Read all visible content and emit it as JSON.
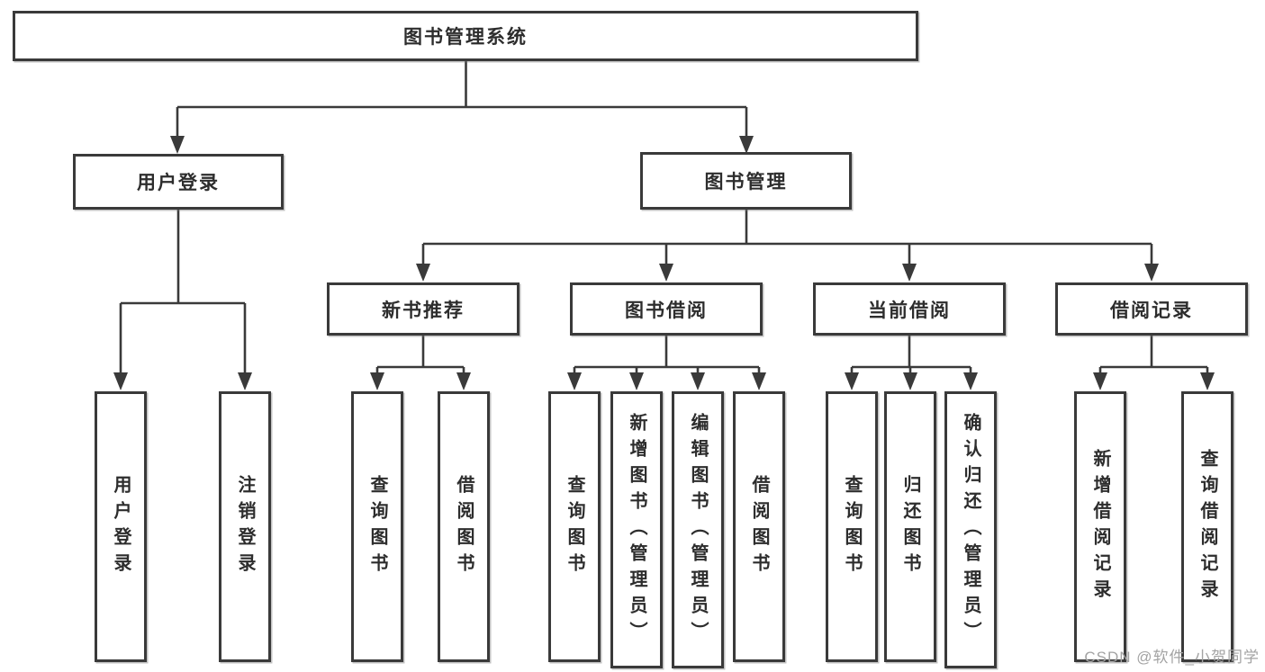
{
  "diagram": {
    "root": {
      "label": "图书管理系统"
    },
    "branches": [
      {
        "label": "用户登录",
        "children": [
          {
            "label": "用户登录"
          },
          {
            "label": "注销登录"
          }
        ]
      },
      {
        "label": "图书管理",
        "children": [
          {
            "label": "新书推荐",
            "children": [
              {
                "label": "查询图书"
              },
              {
                "label": "借阅图书"
              }
            ]
          },
          {
            "label": "图书借阅",
            "children": [
              {
                "label": "查询图书"
              },
              {
                "label": "新增图书（管理员）"
              },
              {
                "label": "编辑图书（管理员）"
              },
              {
                "label": "借阅图书"
              }
            ]
          },
          {
            "label": "当前借阅",
            "children": [
              {
                "label": "查询图书"
              },
              {
                "label": "归还图书"
              },
              {
                "label": "确认归还（管理员）"
              }
            ]
          },
          {
            "label": "借阅记录",
            "children": [
              {
                "label": "新增借阅记录"
              },
              {
                "label": "查询借阅记录"
              }
            ]
          }
        ]
      }
    ]
  },
  "watermark": "CSDN @软件_小贺同学",
  "colors": {
    "line": "#3a3a3a",
    "text": "#2d2d2d",
    "background": "#ffffff",
    "watermark": "#a3a3a3"
  }
}
